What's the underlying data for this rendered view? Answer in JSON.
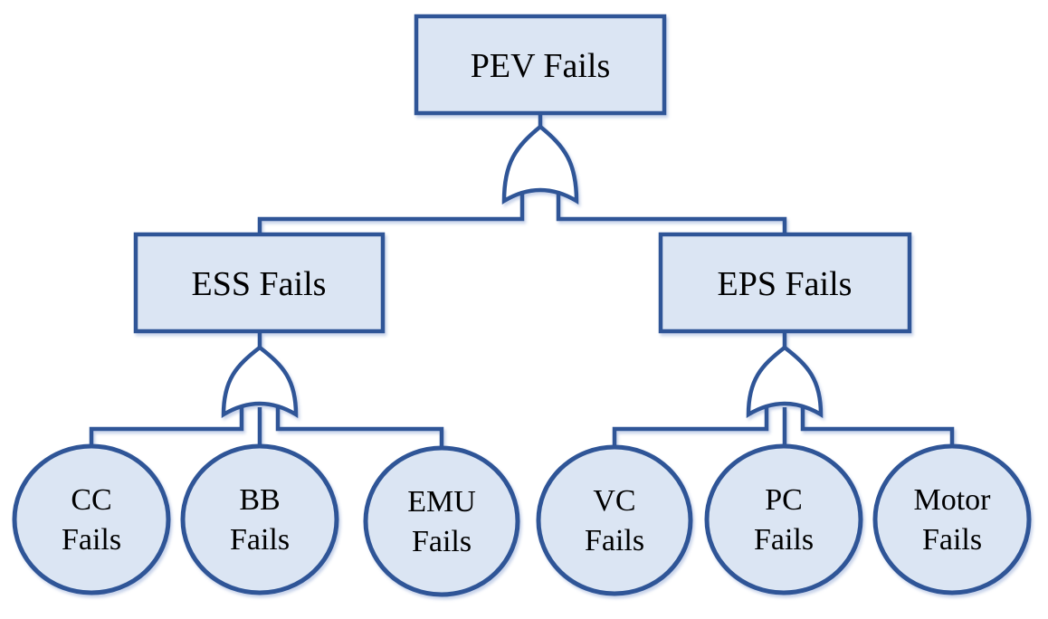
{
  "diagram": {
    "type": "fault-tree",
    "colors": {
      "node_fill": "#DBE5F3",
      "node_stroke": "#2F5597",
      "gate_fill": "#FFFFFF",
      "text": "#000000",
      "background": "#FFFFFF"
    },
    "top_event": {
      "label": "PEV Fails",
      "gate": "OR"
    },
    "intermediate_events": [
      {
        "label": "ESS Fails",
        "gate": "OR",
        "children": [
          "CC Fails",
          "BB Fails",
          "EMU Fails"
        ]
      },
      {
        "label": "EPS Fails",
        "gate": "OR",
        "children": [
          "VC Fails",
          "PC Fails",
          "Motor Fails"
        ]
      }
    ],
    "basic_events": [
      {
        "line1": "CC",
        "line2": "Fails"
      },
      {
        "line1": "BB",
        "line2": "Fails"
      },
      {
        "line1": "EMU",
        "line2": "Fails"
      },
      {
        "line1": "VC",
        "line2": "Fails"
      },
      {
        "line1": "PC",
        "line2": "Fails"
      },
      {
        "line1": "Motor",
        "line2": "Fails"
      }
    ]
  }
}
